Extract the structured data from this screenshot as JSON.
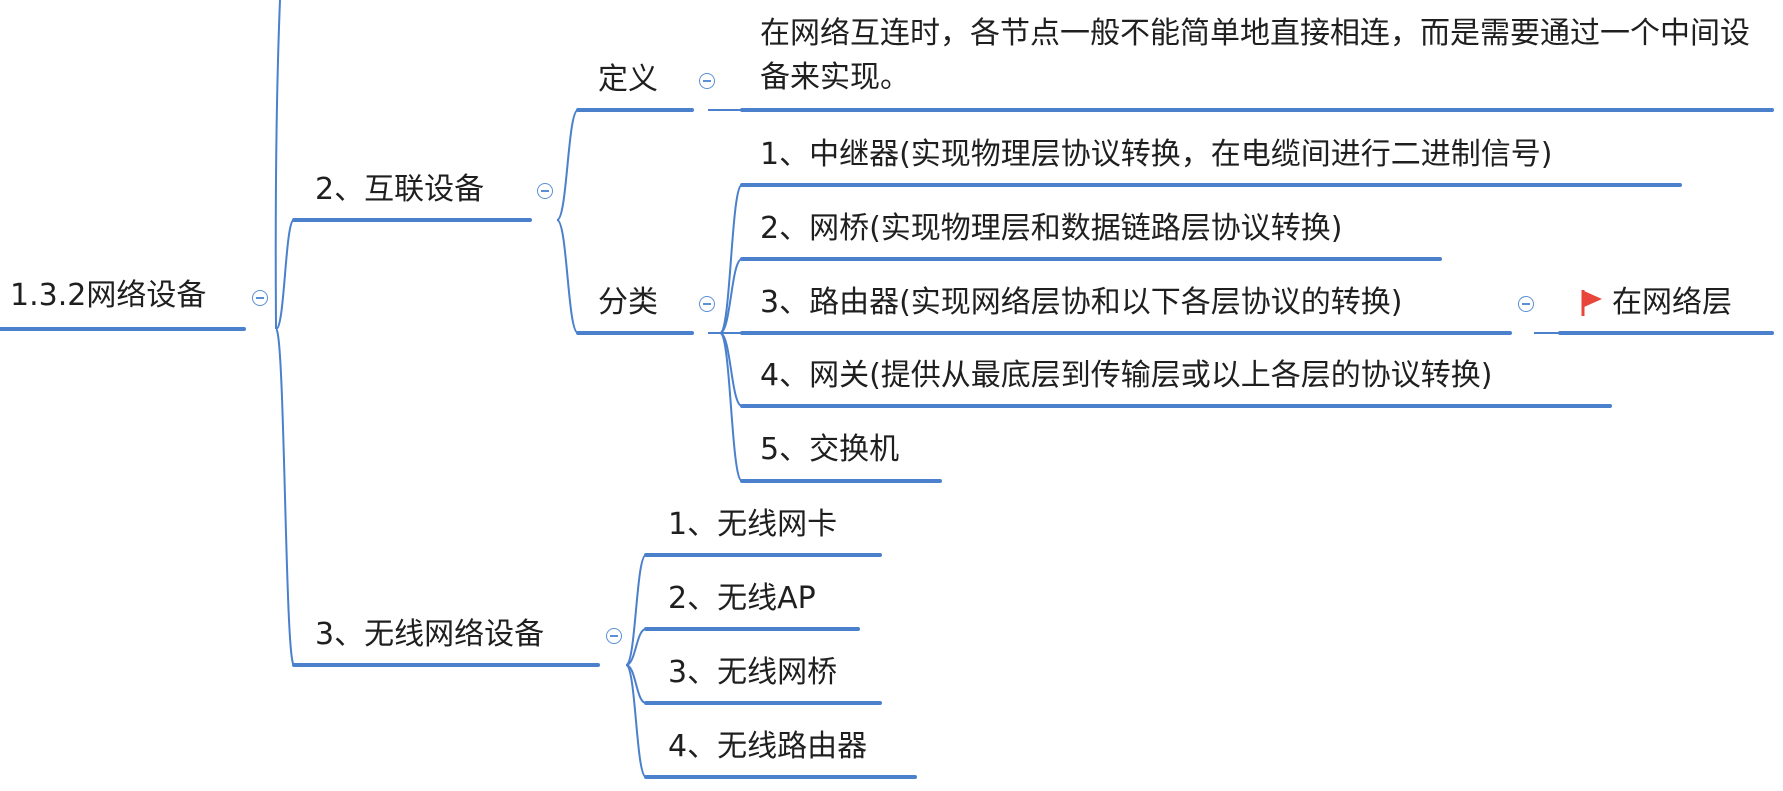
{
  "colors": {
    "line": "#4a80cc",
    "flag": "#e8463a",
    "text": "#1f1f1f"
  },
  "mindmap": {
    "root": {
      "label": "1.3.2网络设备"
    },
    "interconnect": {
      "label": "2、互联设备",
      "definition": {
        "label": "定义",
        "text": "在网络互连时，各节点一般不能简单地直接相连，而是需要通过一个中间设备来实现。"
      },
      "classification": {
        "label": "分类",
        "items": [
          "1、中继器(实现物理层协议转换，在电缆间进行二进制信号)",
          "2、网桥(实现物理层和数据链路层协议转换)",
          "3、路由器(实现网络层协和以下各层协议的转换)",
          "4、网关(提供从最底层到传输层或以上各层的协议转换)",
          "5、交换机"
        ],
        "router_note": "在网络层"
      }
    },
    "wireless": {
      "label": "3、无线网络设备",
      "items": [
        "1、无线网卡",
        "2、无线AP",
        "3、无线网桥",
        "4、无线路由器"
      ]
    }
  },
  "icons": {
    "collapse": "minus-circle-icon",
    "flag": "red-flag-icon"
  }
}
